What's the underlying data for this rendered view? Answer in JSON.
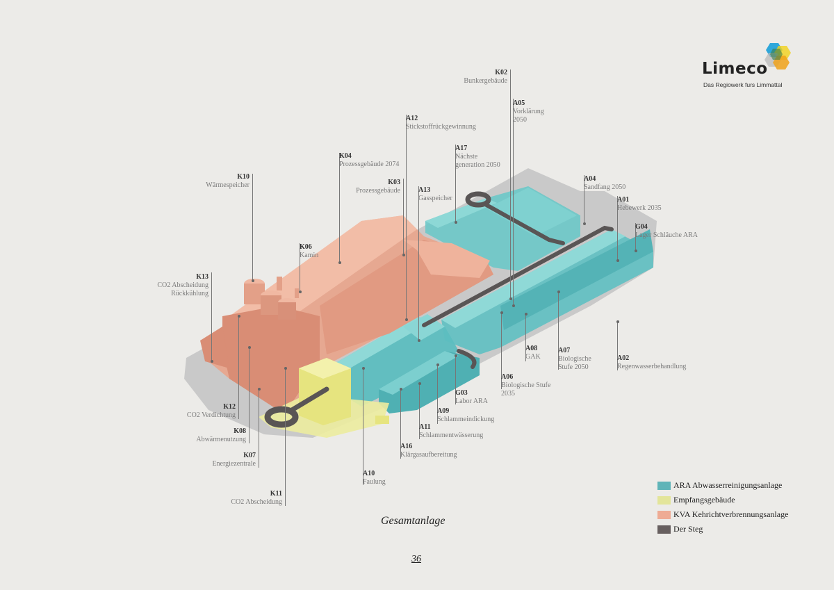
{
  "logo": {
    "word": "Limeco",
    "tagline": "Das Regiowerk furs Limmattal"
  },
  "labels": [
    {
      "code": "K02",
      "name": "Bunkergebäude"
    },
    {
      "code": "A05",
      "name": "Vorklärung",
      "name2": "2050"
    },
    {
      "code": "A12",
      "name": "Stickstoffrückgewinnung"
    },
    {
      "code": "K04",
      "name": "Prozessgebäude 2074"
    },
    {
      "code": "A17",
      "name": "Nächste",
      "name2": "generation 2050"
    },
    {
      "code": "K10",
      "name": "Wärmespeicher"
    },
    {
      "code": "K03",
      "name": "Prozessgebäude"
    },
    {
      "code": "A13",
      "name": "Gasspeicher"
    },
    {
      "code": "A04",
      "name": "Sandfang 2050"
    },
    {
      "code": "A01",
      "name": "Hebewerk 2035"
    },
    {
      "code": "G04",
      "name": "Lager Schläuche ARA"
    },
    {
      "code": "K06",
      "name": "Kamin"
    },
    {
      "code": "K13",
      "name": "CO2 Abscheidung",
      "name2": "Rückkühlung"
    },
    {
      "code": "A08",
      "name": "GAK"
    },
    {
      "code": "A07",
      "name": "Biologische",
      "name2": "Stufe 2050"
    },
    {
      "code": "A02",
      "name": "Regenwasserbehandlung"
    },
    {
      "code": "A06",
      "name": "Biologische Stufe",
      "name2": "2035"
    },
    {
      "code": "G03",
      "name": "Labor ARA"
    },
    {
      "code": "A09",
      "name": "Schlammeindickung"
    },
    {
      "code": "A11",
      "name": "Schlammentwässerung"
    },
    {
      "code": "A16",
      "name": "Klärgasaufbereitung"
    },
    {
      "code": "A10",
      "name": "Faulung"
    },
    {
      "code": "K12",
      "name": "CO2 Verdichtung"
    },
    {
      "code": "K08",
      "name": "Abwärmenutzung"
    },
    {
      "code": "K07",
      "name": "Energiezentrale"
    },
    {
      "code": "K11",
      "name": "CO2 Abscheidung"
    }
  ],
  "legend": [
    {
      "label": "ARA Abwasserreinigungsanlage",
      "color": "#5fb4b8"
    },
    {
      "label": "Empfangsgebäude",
      "color": "#e3e59a"
    },
    {
      "label": "KVA Kehrichtverbrennungsanlage",
      "color": "#eeab94"
    },
    {
      "label": "Der Steg",
      "color": "#675f5f"
    }
  ],
  "caption": "Gesamtanlage",
  "page_number": "36"
}
